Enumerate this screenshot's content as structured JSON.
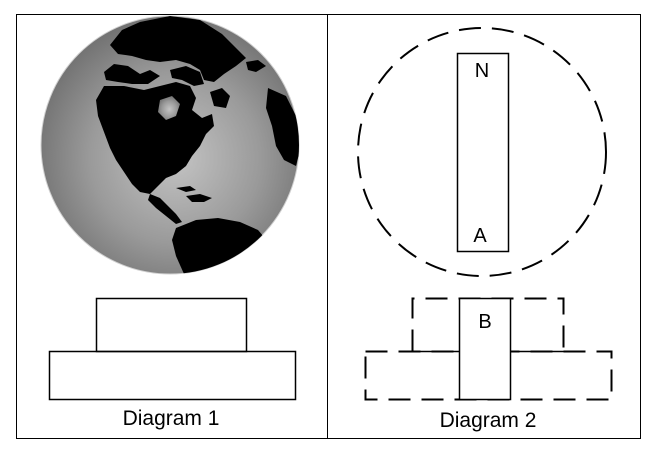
{
  "diagram1": {
    "caption": "Diagram 1",
    "globe_icon": "earth-globe-north-america"
  },
  "diagram2": {
    "caption": "Diagram 2",
    "magnet_top_label": "N",
    "magnet_bottom_label": "A",
    "side_view_label": "B"
  },
  "colors": {
    "outline": "#000000",
    "land": "#000000",
    "ocean_light": "#bdbdbd",
    "ocean_dark": "#6e6e6e"
  }
}
